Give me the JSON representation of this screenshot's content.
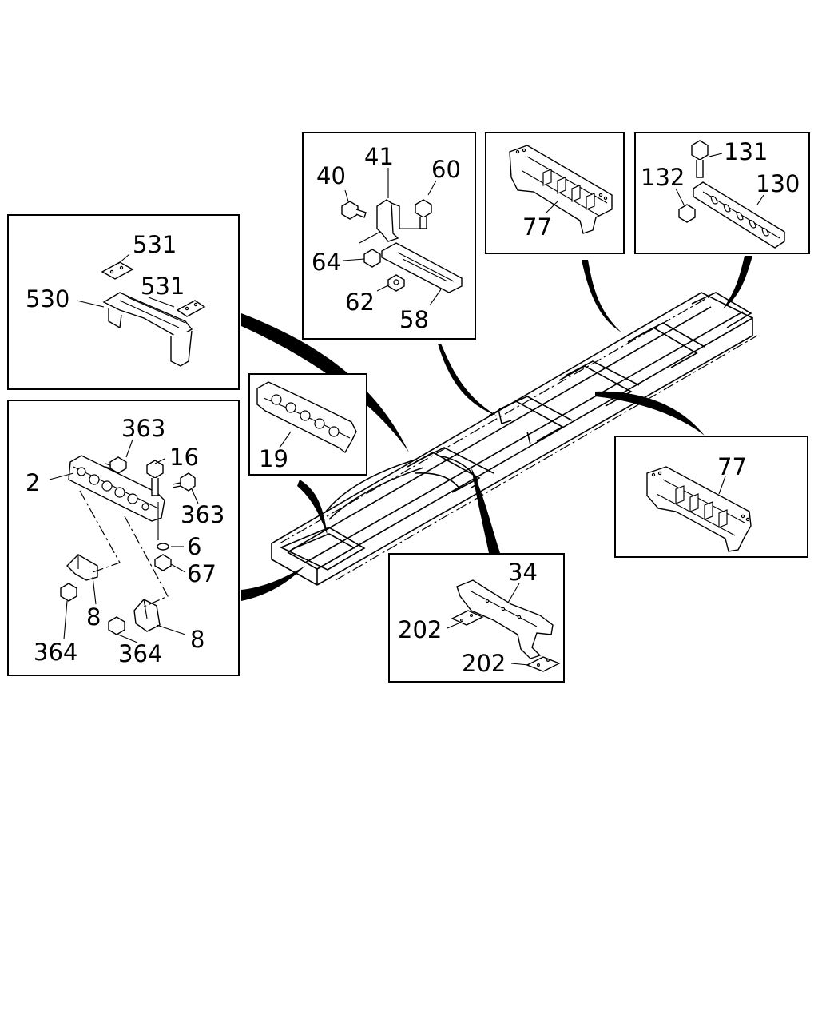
{
  "diagram": {
    "callouts": {
      "p530": {
        "labels": [
          "531",
          "531",
          "530"
        ]
      },
      "p40": {
        "labels": [
          "40",
          "41",
          "60",
          "64",
          "62",
          "58"
        ]
      },
      "p77a": {
        "labels": [
          "77"
        ]
      },
      "p130": {
        "labels": [
          "131",
          "132",
          "130"
        ]
      },
      "p19": {
        "labels": [
          "19"
        ]
      },
      "p2": {
        "labels": [
          "363",
          "16",
          "2",
          "363",
          "6",
          "67",
          "8",
          "8",
          "364",
          "364"
        ]
      },
      "p77b": {
        "labels": [
          "77"
        ]
      },
      "p34": {
        "labels": [
          "34",
          "202",
          "202"
        ]
      }
    }
  }
}
